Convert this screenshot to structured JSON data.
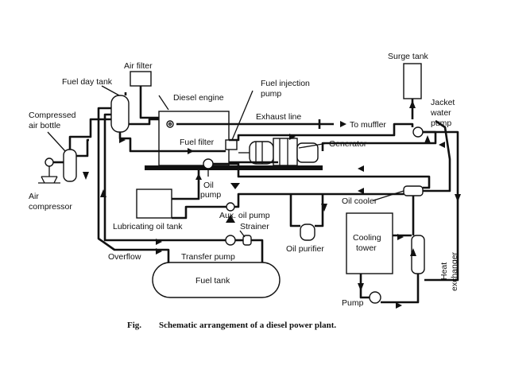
{
  "labels": {
    "air_filter": "Air filter",
    "fuel_day_tank": "Fuel day tank",
    "diesel_engine": "Diesel engine",
    "fuel_injection_pump_1": "Fuel injection",
    "fuel_injection_pump_2": "pump",
    "surge_tank": "Surge tank",
    "jacket_water_pump_1": "Jacket",
    "jacket_water_pump_2": "water",
    "jacket_water_pump_3": "pump",
    "compressed_air_bottle_1": "Compressed",
    "compressed_air_bottle_2": "air bottle",
    "exhaust_line": "Exhaust line",
    "to_muffler": "To muffler",
    "fuel_filter": "Fuel filter",
    "generator": "Generator",
    "air_compressor_1": "Air",
    "air_compressor_2": "compressor",
    "oil_pump_1": "Oil",
    "oil_pump_2": "pump",
    "oil_cooler": "Oil cooler",
    "aux_oil_pump": "Aux. oil pump",
    "lubricating_oil_tank": "Lubricating oil tank",
    "strainer": "Strainer",
    "oil_purifier": "Oil purifier",
    "cooling_tower_1": "Cooling",
    "cooling_tower_2": "tower",
    "overflow": "Overflow",
    "transfer_pump": "Transfer pump",
    "fuel_tank": "Fuel tank",
    "heat_exchanger_1": "Heat",
    "heat_exchanger_2": "exchanger",
    "pump": "Pump"
  },
  "caption": {
    "prefix": "Fig.",
    "text": "Schematic arrangement of a diesel power plant."
  }
}
